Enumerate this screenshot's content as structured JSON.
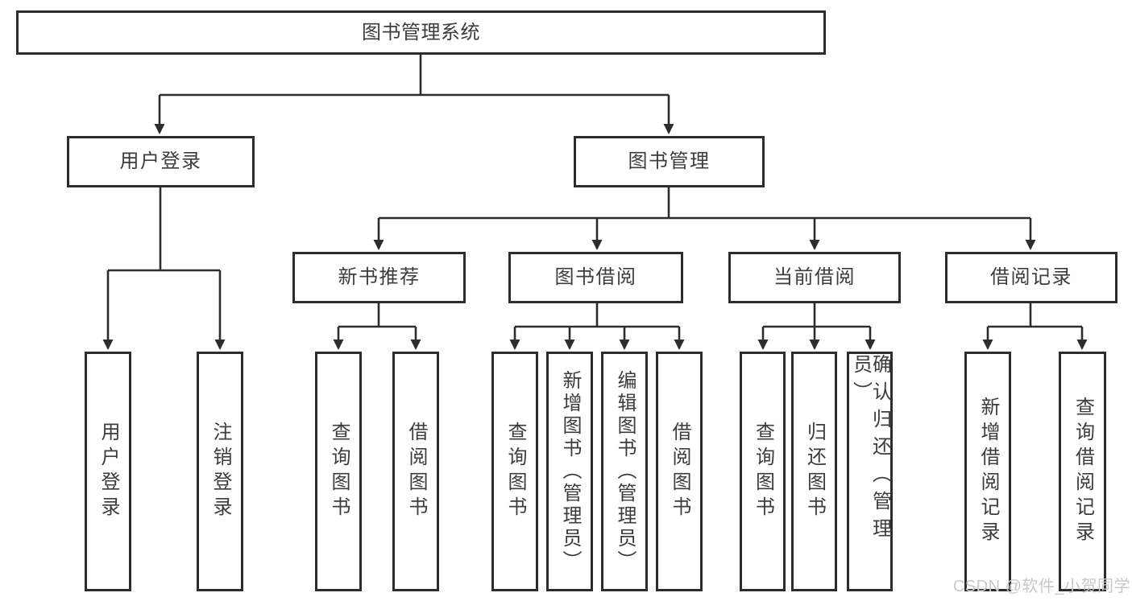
{
  "tree": {
    "label": "图书管理系统",
    "children": [
      {
        "label": "用户登录",
        "children": [
          {
            "label": "用户登录"
          },
          {
            "label": "注销登录"
          }
        ]
      },
      {
        "label": "图书管理",
        "children": [
          {
            "label": "新书推荐",
            "children": [
              {
                "label": "查询图书"
              },
              {
                "label": "借阅图书"
              }
            ]
          },
          {
            "label": "图书借阅",
            "children": [
              {
                "label": "查询图书"
              },
              {
                "label": "新增图书（管理员）"
              },
              {
                "label": "编辑图书（管理员）"
              },
              {
                "label": "借阅图书"
              }
            ]
          },
          {
            "label": "当前借阅",
            "children": [
              {
                "label": "查询图书"
              },
              {
                "label": "归还图书"
              },
              {
                "label": "确认归还（管理员）"
              }
            ]
          },
          {
            "label": "借阅记录",
            "children": [
              {
                "label": "新增借阅记录"
              },
              {
                "label": "查询借阅记录"
              }
            ]
          }
        ]
      }
    ]
  },
  "watermark": "CSDN @软件_小贺同学",
  "colors": {
    "line": "#2d2d2d",
    "box_border": "#2d2d2d",
    "box_fill": "#ffffff",
    "text": "#3c3c3c",
    "watermark": "#c8c8c8",
    "background": "#ffffff"
  }
}
